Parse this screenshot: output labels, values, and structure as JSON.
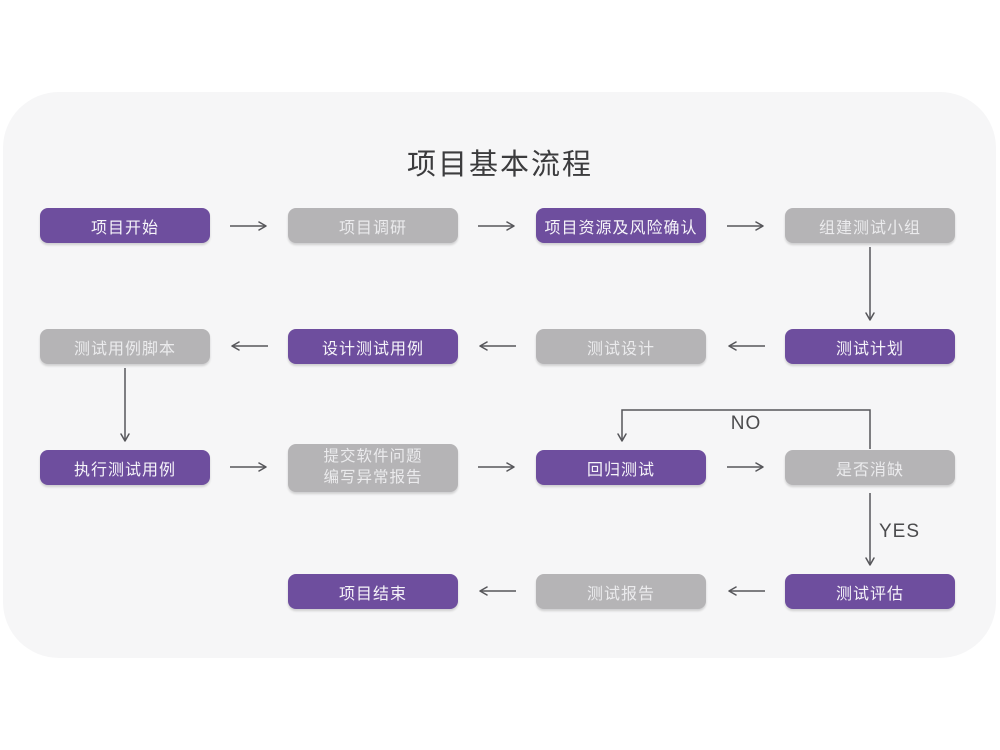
{
  "title": "项目基本流程",
  "diagram": {
    "nodes": [
      {
        "label": "项目开始",
        "variant": "purple"
      },
      {
        "label": "项目调研",
        "variant": "gray"
      },
      {
        "label": "项目资源及风险确认",
        "variant": "purple"
      },
      {
        "label": "组建测试小组",
        "variant": "gray"
      },
      {
        "label": "测试计划",
        "variant": "purple"
      },
      {
        "label": "测试设计",
        "variant": "gray"
      },
      {
        "label": "设计测试用例",
        "variant": "purple"
      },
      {
        "label": "测试用例脚本",
        "variant": "gray"
      },
      {
        "label": "执行测试用例",
        "variant": "purple"
      },
      {
        "label": "提交软件问题\n编写异常报告",
        "variant": "gray"
      },
      {
        "label": "回归测试",
        "variant": "purple"
      },
      {
        "label": "是否消缺",
        "variant": "gray"
      },
      {
        "label": "测试评估",
        "variant": "purple"
      },
      {
        "label": "测试报告",
        "variant": "gray"
      },
      {
        "label": "项目结束",
        "variant": "purple"
      }
    ],
    "edge_labels": {
      "no": "NO",
      "yes": "YES"
    },
    "edges": [
      {
        "from": "项目开始",
        "to": "项目调研"
      },
      {
        "from": "项目调研",
        "to": "项目资源及风险确认"
      },
      {
        "from": "项目资源及风险确认",
        "to": "组建测试小组"
      },
      {
        "from": "组建测试小组",
        "to": "测试计划"
      },
      {
        "from": "测试计划",
        "to": "测试设计"
      },
      {
        "from": "测试设计",
        "to": "设计测试用例"
      },
      {
        "from": "设计测试用例",
        "to": "测试用例脚本"
      },
      {
        "from": "测试用例脚本",
        "to": "执行测试用例"
      },
      {
        "from": "执行测试用例",
        "to": "提交软件问题编写异常报告"
      },
      {
        "from": "提交软件问题编写异常报告",
        "to": "回归测试"
      },
      {
        "from": "回归测试",
        "to": "是否消缺"
      },
      {
        "from": "是否消缺",
        "to": "回归测试",
        "label": "NO"
      },
      {
        "from": "是否消缺",
        "to": "测试评估",
        "label": "YES"
      },
      {
        "from": "测试评估",
        "to": "测试报告"
      },
      {
        "from": "测试报告",
        "to": "项目结束"
      }
    ]
  },
  "colors": {
    "card_background": "#f6f6f7",
    "page_background": "#ffffff",
    "node_purple": "#6e4e9e",
    "node_gray": "#b5b4b6",
    "node_text_on_purple": "#f6f4f9",
    "node_text_on_gray": "#ebebed",
    "arrow": "#56565a",
    "title_text": "#3c3c3e"
  }
}
